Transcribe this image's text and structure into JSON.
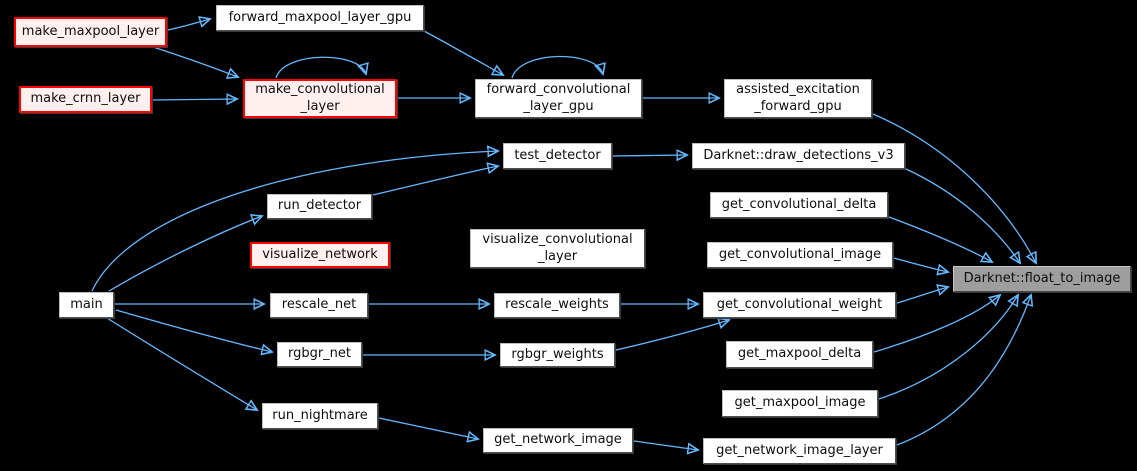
{
  "graph": {
    "description_colors": {
      "background": "#000000",
      "edge": "#63b8ff",
      "node_fill": "#ffffff",
      "node_border": "#8a8a8a",
      "root_node_fill": "#fff0f0",
      "root_node_border": "#ff0000",
      "highlight_node_fill": "#9e9e9e",
      "text": "#0e0e0e"
    },
    "nodes": {
      "make_maxpool_layer": {
        "label": "make_maxpool_layer",
        "style": "red"
      },
      "forward_maxpool_layer_gpu": {
        "label": "forward_maxpool_layer_gpu",
        "style": "default"
      },
      "make_crnn_layer": {
        "label": "make_crnn_layer",
        "style": "red"
      },
      "make_convolutional_layer": {
        "label": "make_convolutional\n_layer",
        "style": "red"
      },
      "forward_convolutional_layer_gpu": {
        "label": "forward_convolutional\n_layer_gpu",
        "style": "default"
      },
      "assisted_excitation_forward_gpu": {
        "label": "assisted_excitation\n_forward_gpu",
        "style": "default"
      },
      "test_detector": {
        "label": "test_detector",
        "style": "default"
      },
      "draw_detections_v3": {
        "label": "Darknet::draw_detections_v3",
        "style": "default"
      },
      "run_detector": {
        "label": "run_detector",
        "style": "default"
      },
      "get_convolutional_delta": {
        "label": "get_convolutional_delta",
        "style": "default"
      },
      "visualize_network": {
        "label": "visualize_network",
        "style": "red"
      },
      "visualize_convolutional_layer": {
        "label": "visualize_convolutional\n_layer",
        "style": "default"
      },
      "get_convolutional_image": {
        "label": "get_convolutional_image",
        "style": "default"
      },
      "main": {
        "label": "main",
        "style": "default"
      },
      "rescale_net": {
        "label": "rescale_net",
        "style": "default"
      },
      "rescale_weights": {
        "label": "rescale_weights",
        "style": "default"
      },
      "get_convolutional_weight": {
        "label": "get_convolutional_weight",
        "style": "default"
      },
      "rgbgr_net": {
        "label": "rgbgr_net",
        "style": "default"
      },
      "rgbgr_weights": {
        "label": "rgbgr_weights",
        "style": "default"
      },
      "get_maxpool_delta": {
        "label": "get_maxpool_delta",
        "style": "default"
      },
      "run_nightmare": {
        "label": "run_nightmare",
        "style": "default"
      },
      "get_maxpool_image": {
        "label": "get_maxpool_image",
        "style": "default"
      },
      "get_network_image": {
        "label": "get_network_image",
        "style": "default"
      },
      "get_network_image_layer": {
        "label": "get_network_image_layer",
        "style": "default"
      },
      "float_to_image": {
        "label": "Darknet::float_to_image",
        "style": "highlight"
      }
    },
    "edges": [
      {
        "from": "make_maxpool_layer",
        "to": "forward_maxpool_layer_gpu"
      },
      {
        "from": "make_maxpool_layer",
        "to": "make_convolutional_layer"
      },
      {
        "from": "make_crnn_layer",
        "to": "make_convolutional_layer"
      },
      {
        "from": "forward_maxpool_layer_gpu",
        "to": "forward_convolutional_layer_gpu"
      },
      {
        "from": "make_convolutional_layer",
        "to": "make_convolutional_layer"
      },
      {
        "from": "make_convolutional_layer",
        "to": "forward_convolutional_layer_gpu"
      },
      {
        "from": "forward_convolutional_layer_gpu",
        "to": "forward_convolutional_layer_gpu"
      },
      {
        "from": "forward_convolutional_layer_gpu",
        "to": "assisted_excitation_forward_gpu"
      },
      {
        "from": "assisted_excitation_forward_gpu",
        "to": "float_to_image"
      },
      {
        "from": "test_detector",
        "to": "draw_detections_v3"
      },
      {
        "from": "draw_detections_v3",
        "to": "float_to_image"
      },
      {
        "from": "get_convolutional_delta",
        "to": "float_to_image"
      },
      {
        "from": "get_convolutional_image",
        "to": "float_to_image"
      },
      {
        "from": "get_convolutional_weight",
        "to": "float_to_image"
      },
      {
        "from": "get_maxpool_delta",
        "to": "float_to_image"
      },
      {
        "from": "get_maxpool_image",
        "to": "float_to_image"
      },
      {
        "from": "get_network_image_layer",
        "to": "float_to_image"
      },
      {
        "from": "main",
        "to": "test_detector"
      },
      {
        "from": "main",
        "to": "run_detector"
      },
      {
        "from": "run_detector",
        "to": "test_detector"
      },
      {
        "from": "main",
        "to": "rescale_net"
      },
      {
        "from": "main",
        "to": "rgbgr_net"
      },
      {
        "from": "main",
        "to": "run_nightmare"
      },
      {
        "from": "rescale_net",
        "to": "rescale_weights"
      },
      {
        "from": "rescale_weights",
        "to": "get_convolutional_weight"
      },
      {
        "from": "rgbgr_net",
        "to": "rgbgr_weights"
      },
      {
        "from": "rgbgr_weights",
        "to": "get_convolutional_weight"
      },
      {
        "from": "run_nightmare",
        "to": "get_network_image"
      },
      {
        "from": "get_network_image",
        "to": "get_network_image_layer"
      }
    ]
  }
}
